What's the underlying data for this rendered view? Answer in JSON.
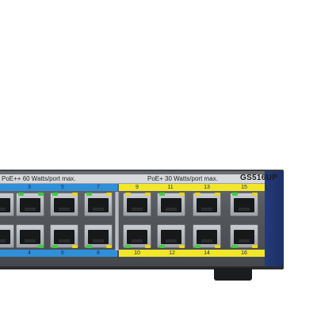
{
  "device": {
    "model": "GS516UP",
    "label_left": "PoE++ 60 Watts/port max.",
    "label_right": "PoE+ 30 Watts/port max.",
    "accent_blue": "#2f8fd8",
    "accent_yellow": "#f2e62a"
  },
  "ports": {
    "top_numbers": [
      "3",
      "5",
      "7",
      "9",
      "11",
      "13",
      "15"
    ],
    "bottom_numbers": [
      "4",
      "6",
      "8",
      "10",
      "12",
      "14",
      "16"
    ]
  }
}
